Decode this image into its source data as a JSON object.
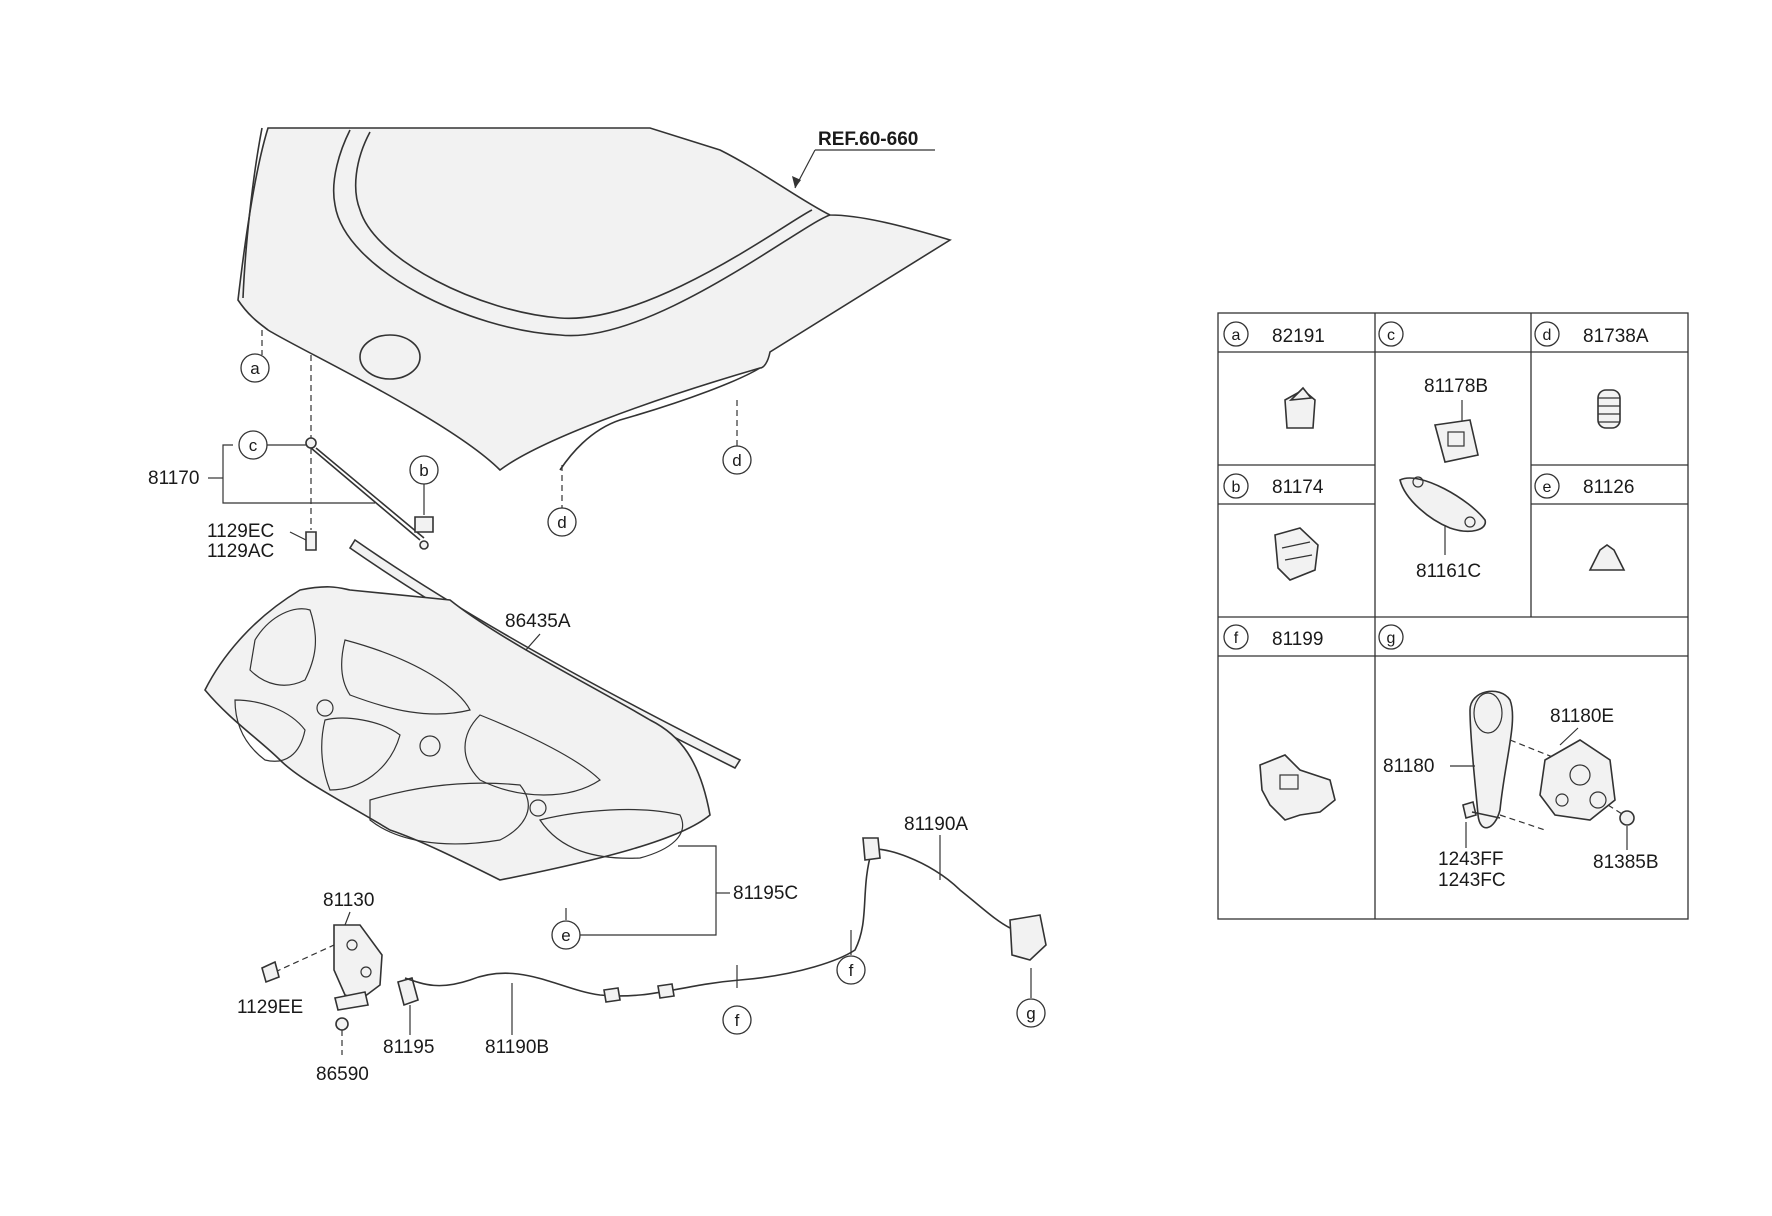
{
  "reference": "REF.60-660",
  "part_labels": {
    "hood_strut": "81170",
    "bolt_1": "1129EC",
    "bolt_2": "1129AC",
    "weatherstrip": "86435A",
    "insulator": "81195C",
    "latch": "81130",
    "latch_bolt": "1129EE",
    "bumper": "81195",
    "bumper_screw": "86590",
    "cable_b": "81190B",
    "cable_a": "81190A"
  },
  "callouts": [
    "a",
    "b",
    "c",
    "d",
    "e",
    "f",
    "g"
  ],
  "legend_table": {
    "cells": [
      {
        "key": "a",
        "part": "82191"
      },
      {
        "key": "b",
        "part": "81174"
      },
      {
        "key": "c",
        "parts": [
          "81178B",
          "81161C"
        ]
      },
      {
        "key": "d",
        "part": "81738A"
      },
      {
        "key": "e",
        "part": "81126"
      },
      {
        "key": "f",
        "part": "81199"
      },
      {
        "key": "g",
        "parts": [
          "81180E",
          "81180",
          "1243FF",
          "1243FC",
          "81385B"
        ]
      }
    ]
  }
}
